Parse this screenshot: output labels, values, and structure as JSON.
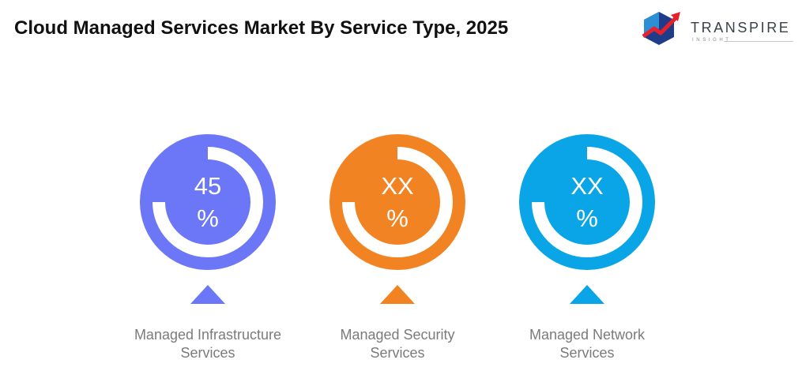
{
  "title": "Cloud Managed Services Market By Service Type, 2025",
  "logo": {
    "name": "TRANSPIRE",
    "tagline": "INSIGHT",
    "icon": "hexagon-arrow-icon",
    "colors": [
      "#1f3c88",
      "#e8202a",
      "#2c8fd6"
    ]
  },
  "chart_data": {
    "type": "donut",
    "title": "Cloud Managed Services Market By Service Type, 2025",
    "items": [
      {
        "label_line1": "Managed Infrastructure",
        "label_line2": "Services",
        "value_text": "45",
        "unit": "%",
        "value": 45,
        "ring_fraction": 0.75,
        "color": "#6c77f7"
      },
      {
        "label_line1": "Managed Security",
        "label_line2": "Services",
        "value_text": "XX",
        "unit": "%",
        "value": null,
        "ring_fraction": 0.75,
        "color": "#f28322"
      },
      {
        "label_line1": "Managed Network",
        "label_line2": "Services",
        "value_text": "XX",
        "unit": "%",
        "value": null,
        "ring_fraction": 0.75,
        "color": "#0aa5e6"
      }
    ]
  }
}
